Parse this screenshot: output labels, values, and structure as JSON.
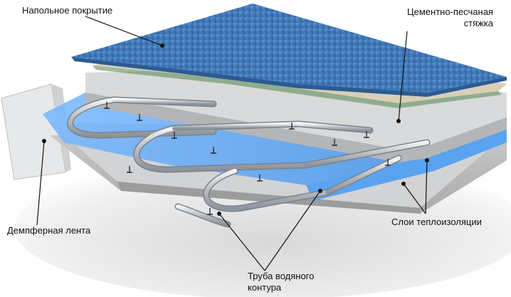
{
  "labels": {
    "floor_covering": "Напольное покрытие",
    "screed_line1": "Цементно-песчаная",
    "screed_line2": "стяжка",
    "damper_tape": "Демпферная лента",
    "insulation_layers": "Слои теплоизоляции",
    "pipe_line1": "Труба водяного",
    "pipe_line2": "контура"
  },
  "colors": {
    "floor_covering": "#3f78b8",
    "screed": "#cfd0d0",
    "insulation_film": "#5aa3f0",
    "pipe": "#c8cdd2",
    "leader_line": "#111111"
  }
}
